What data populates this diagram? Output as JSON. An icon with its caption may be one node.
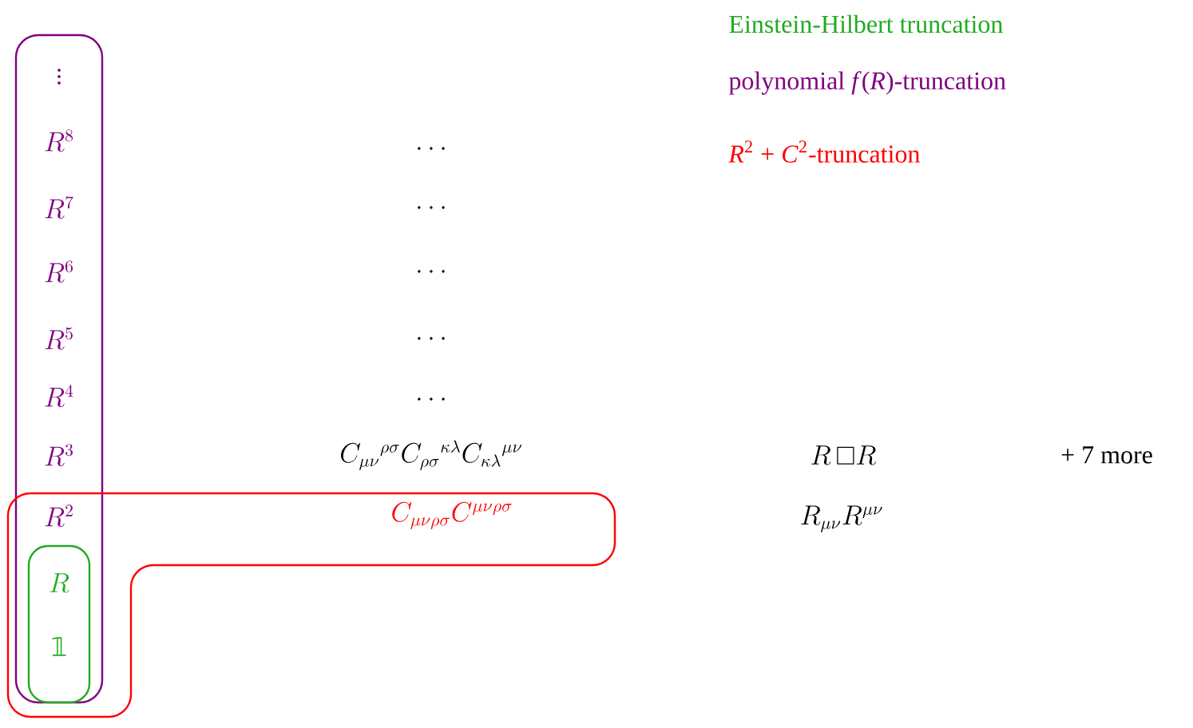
{
  "diagram": {
    "nodes": [
      {
        "text": [
          "\\vdots",
          "R^8",
          "R^7",
          "R^6",
          "R^5",
          "R^4",
          "R^3",
          "R^2"
        ]
      },
      {
        "text": [
          "C_{\\mu\\nu\\rho\\sigma}C^{\\mu\\nu\\rho\\sigma}"
        ]
      },
      {
        "text": [
          "R",
          "𝟙"
        ]
      }
    ],
    "labels": [
      "\\dots",
      "\\dots",
      "\\dots",
      "\\dots",
      "\\dots",
      "C_{\\mu\\nu}{}^{\\rho\\sigma}C_{\\rho\\sigma}{}^{\\kappa\\lambda}C_{\\kappa\\lambda}{}^{\\mu\\nu}",
      "R\\,\\Box R",
      "+ 7 more",
      "R_{\\mu\\nu}R^{\\mu\\nu}"
    ],
    "legend": [
      {
        "text": "Einstein-Hilbert truncation",
        "color": "#22aa22"
      },
      {
        "text": "polynomial *f*(*R*)-truncation",
        "color": "#800080"
      },
      {
        "text": "*R*$^{2}$ + *C*$^{2}$-truncation",
        "color": "#ff0000"
      }
    ]
  }
}
